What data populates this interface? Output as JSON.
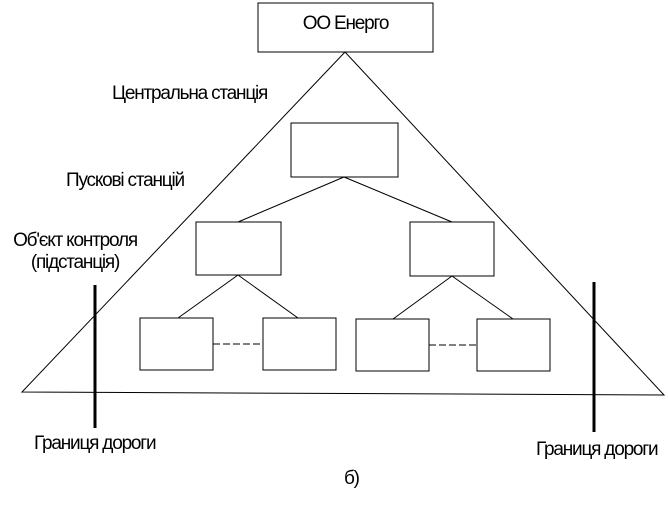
{
  "diagram": {
    "top_box_label": "ОО Енерго",
    "central_station_label": "Центральна станція",
    "start_stations_label": "Пускові станцій",
    "control_object_line1": "Об'єкт контроля",
    "control_object_line2": "(підстанція)",
    "boundary_left_label": "Границя дороги",
    "boundary_right_label": "Границя дороги",
    "caption": "б)"
  },
  "colors": {
    "line": "#000000",
    "background": "#ffffff"
  }
}
